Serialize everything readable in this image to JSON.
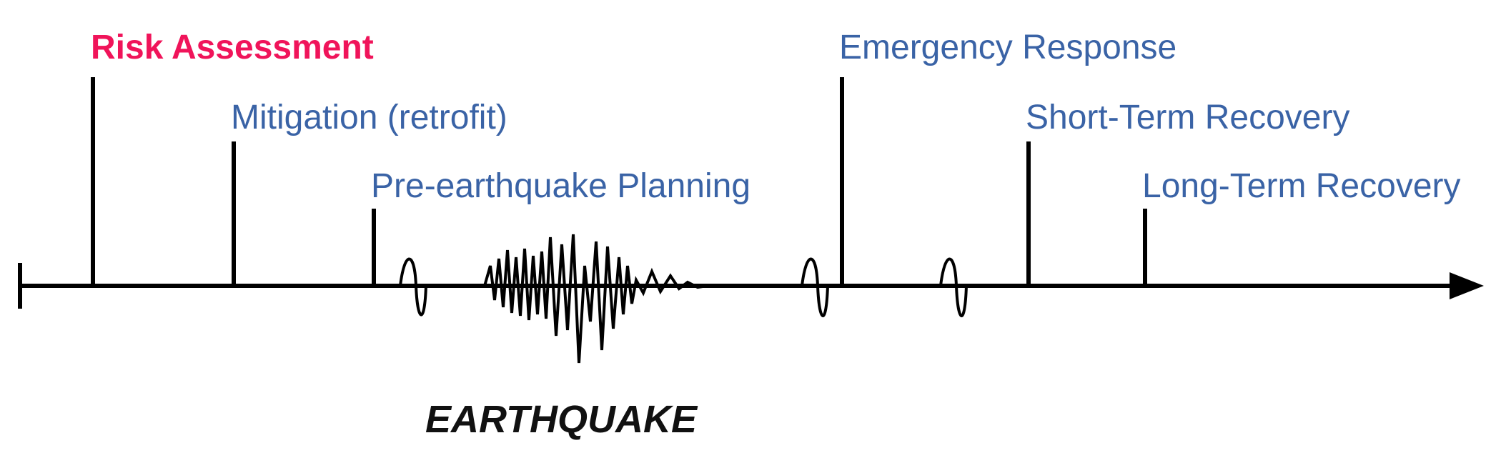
{
  "phases": [
    {
      "label": "Risk Assessment"
    },
    {
      "label": "Mitigation (retrofit)"
    },
    {
      "label": "Pre-earthquake Planning"
    },
    {
      "label": "Emergency Response"
    },
    {
      "label": "Short-Term Recovery"
    },
    {
      "label": "Long-Term Recovery"
    }
  ],
  "event": {
    "label": "EARTHQUAKE"
  },
  "colors": {
    "highlight": "#f0145a",
    "label": "#3a63a6",
    "line": "#000000"
  }
}
